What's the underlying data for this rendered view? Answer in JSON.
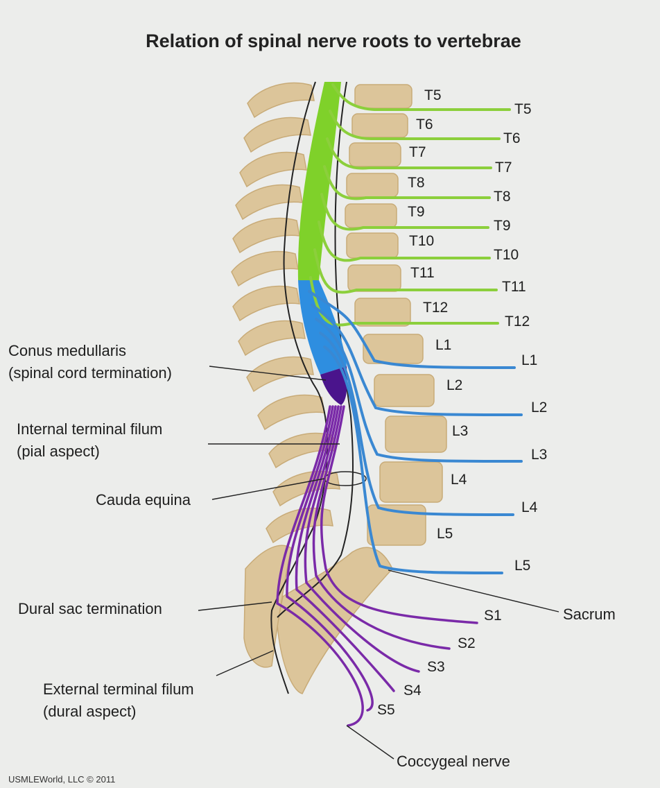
{
  "title": "Relation of spinal nerve roots to vertebrae",
  "vertebrae": [
    "T5",
    "T6",
    "T7",
    "T8",
    "T9",
    "T10",
    "T11",
    "T12",
    "L1",
    "L2",
    "L3",
    "L4",
    "L5"
  ],
  "nerve_roots": {
    "thoracic": [
      "T5",
      "T6",
      "T7",
      "T8",
      "T9",
      "T10",
      "T11",
      "T12"
    ],
    "lumbar": [
      "L1",
      "L2",
      "L3",
      "L4",
      "L5"
    ],
    "sacral": [
      "S1",
      "S2",
      "S3",
      "S4",
      "S5"
    ]
  },
  "callouts": {
    "conus_line1": "Conus medullaris",
    "conus_line2": "(spinal cord termination)",
    "internal_filum_line1": "Internal terminal filum",
    "internal_filum_line2": "(pial aspect)",
    "cauda_equina": "Cauda equina",
    "dural_sac": "Dural sac termination",
    "external_filum_line1": "External terminal filum",
    "external_filum_line2": "(dural aspect)",
    "sacrum": "Sacrum",
    "coccygeal_nerve": "Coccygeal nerve"
  },
  "copyright": "USMLEWorld, LLC © 2011",
  "colors": {
    "thoracic_nerve": "#8ccf3c",
    "spinal_cord_thoracic": "#7fd12a",
    "lumbar_nerve": "#3a88d2",
    "spinal_cord_lumbar": "#2e8ee0",
    "conus": "#4a148c",
    "sacral_nerve": "#7a2aa8",
    "bone": "#dcc59a"
  }
}
